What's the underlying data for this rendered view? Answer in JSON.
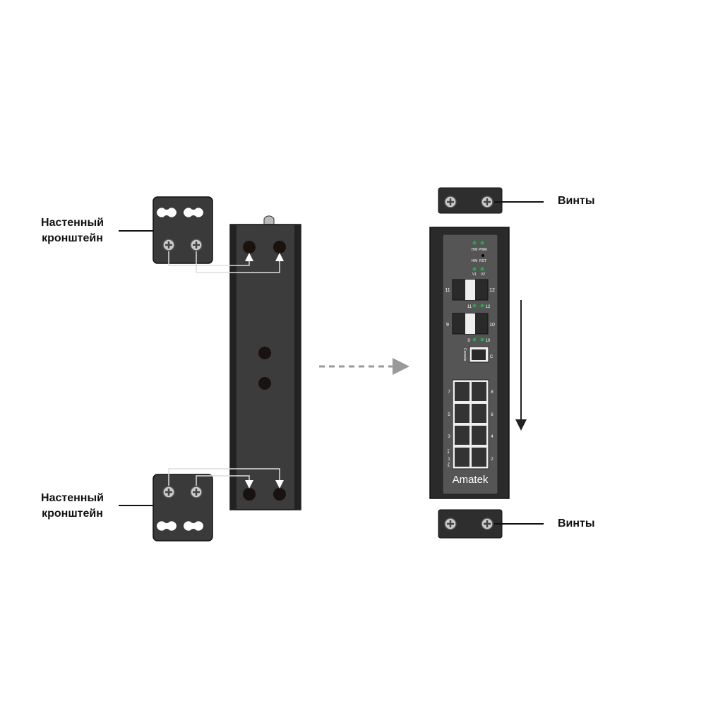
{
  "labels": {
    "bracket_top": [
      "Настенный",
      "кронштейн"
    ],
    "bracket_bottom": [
      "Настенный",
      "кронштейн"
    ],
    "screws_top": "Винты",
    "screws_bottom": "Винты"
  },
  "switch": {
    "brand": "Amatek",
    "leds": {
      "hw": "HW",
      "pwr": "PWR",
      "hw2": "HW",
      "rst": "RST",
      "v1": "V1",
      "v2": "V2"
    },
    "sfp_ports": [
      "11",
      "12",
      "9",
      "10"
    ],
    "console_label": "Console",
    "console_port": "C",
    "rj45_ports": [
      "7",
      "8",
      "5",
      "6",
      "3",
      "4",
      "1",
      "2"
    ],
    "link_label": "Link",
    "poe_label": "PoE"
  },
  "colors": {
    "body": "#3a3a3a",
    "panel": "#555555",
    "led": "#1fa84a",
    "outline": "#111111"
  }
}
